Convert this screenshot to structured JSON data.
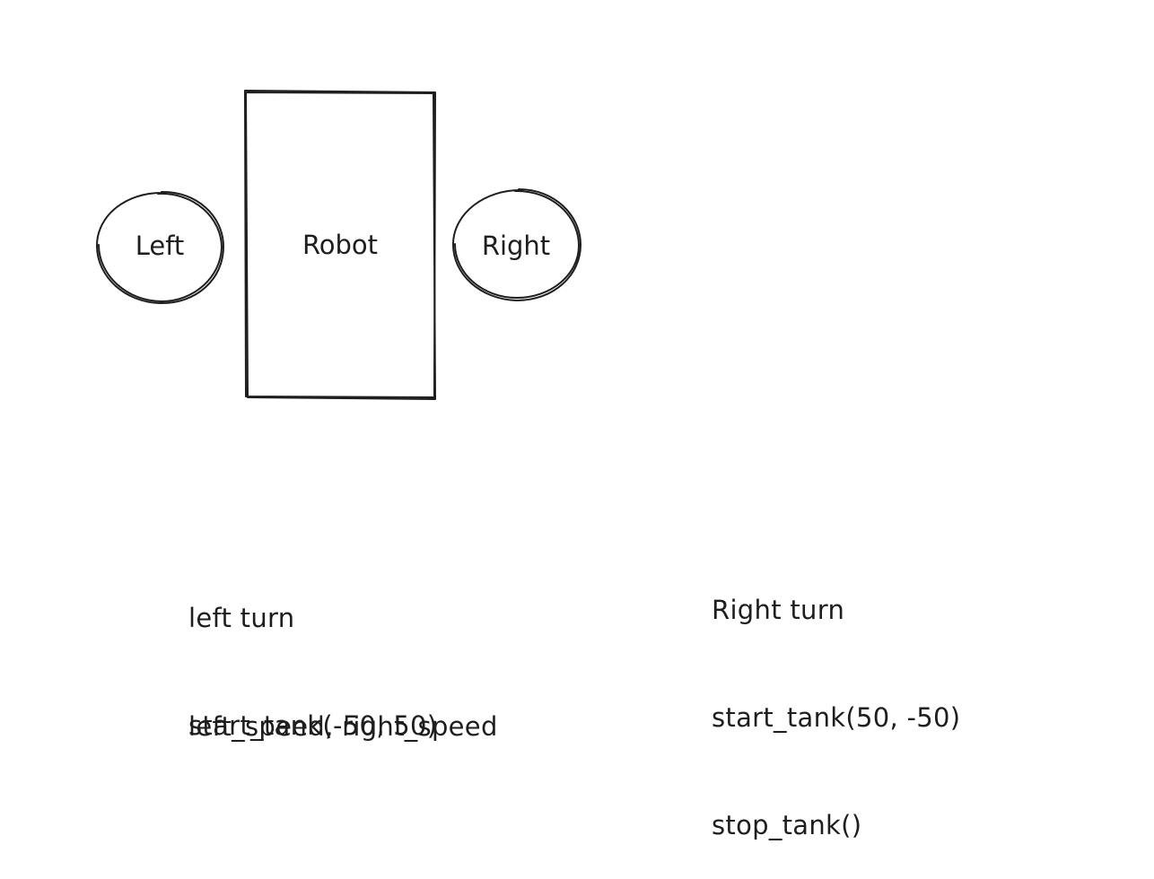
{
  "diagram": {
    "shapes": {
      "left_wheel": {
        "label": "Left"
      },
      "robot_body": {
        "label": "Robot"
      },
      "right_wheel": {
        "label": "Right"
      }
    },
    "notes": {
      "left_turn": {
        "title": "left turn",
        "code": "start_tank(-50, 50)"
      },
      "left_params": {
        "text": "left_speed, right_speed"
      },
      "right_turn": {
        "title": "Right turn",
        "code": "start_tank(50, -50)",
        "code2": "stop_tank()"
      }
    }
  },
  "colors": {
    "stroke": "#1e1e1e",
    "background": "#ffffff"
  }
}
